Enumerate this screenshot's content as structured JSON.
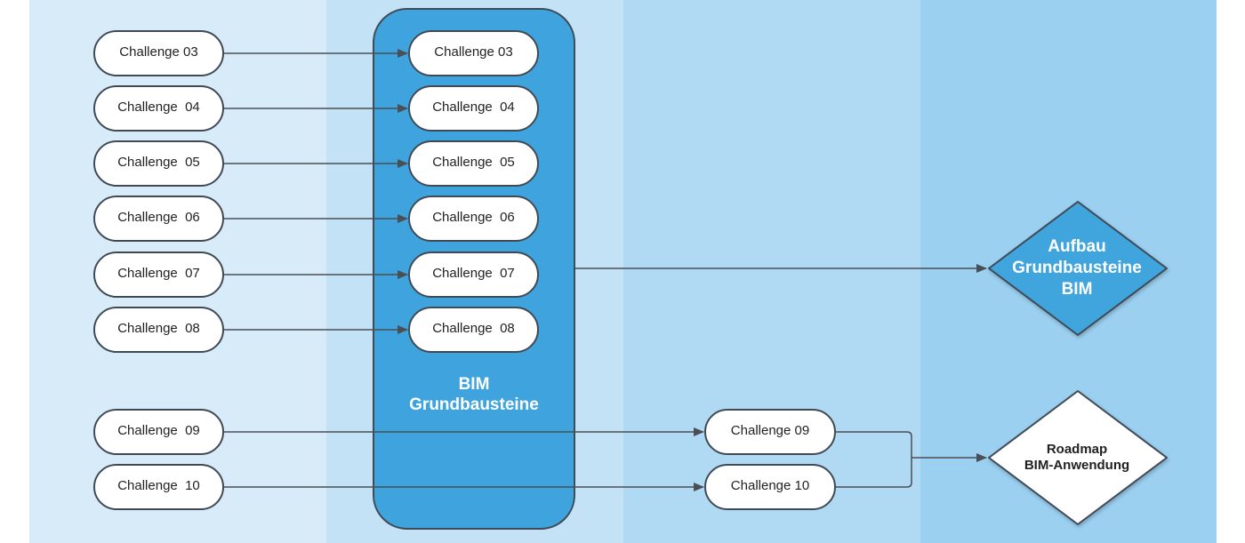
{
  "colors": {
    "lane_1": "#d7ebf8",
    "lane_2": "#c3e2f6",
    "lane_3": "#b0d9f3",
    "lane_4": "#9bd0f1",
    "group_fill": "#3fa4dd",
    "group_stroke": "#3f4a55",
    "pill_fill": "#ffffff",
    "pill_stroke": "#3f4a55",
    "connector": "#4a4f55",
    "diamond_blue": "#3fa4dd"
  },
  "left_column": [
    {
      "label": "Challenge 03"
    },
    {
      "label": "Challenge  04"
    },
    {
      "label": "Challenge  05"
    },
    {
      "label": "Challenge  06"
    },
    {
      "label": "Challenge  07"
    },
    {
      "label": "Challenge  08"
    },
    {
      "label": "Challenge  09"
    },
    {
      "label": "Challenge  10"
    }
  ],
  "group": {
    "title_line1": "BIM",
    "title_line2": "Grundbausteine",
    "items": [
      {
        "label": "Challenge 03"
      },
      {
        "label": "Challenge  04"
      },
      {
        "label": "Challenge  05"
      },
      {
        "label": "Challenge  06"
      },
      {
        "label": "Challenge  07"
      },
      {
        "label": "Challenge  08"
      }
    ]
  },
  "middle_column": [
    {
      "label": "Challenge 09"
    },
    {
      "label": "Challenge 10"
    }
  ],
  "diamond_aufbau": {
    "line1": "Aufbau",
    "line2": "Grundbausteine",
    "line3": "BIM"
  },
  "diamond_roadmap": {
    "line1": "Roadmap",
    "line2": "BIM-Anwendung"
  }
}
